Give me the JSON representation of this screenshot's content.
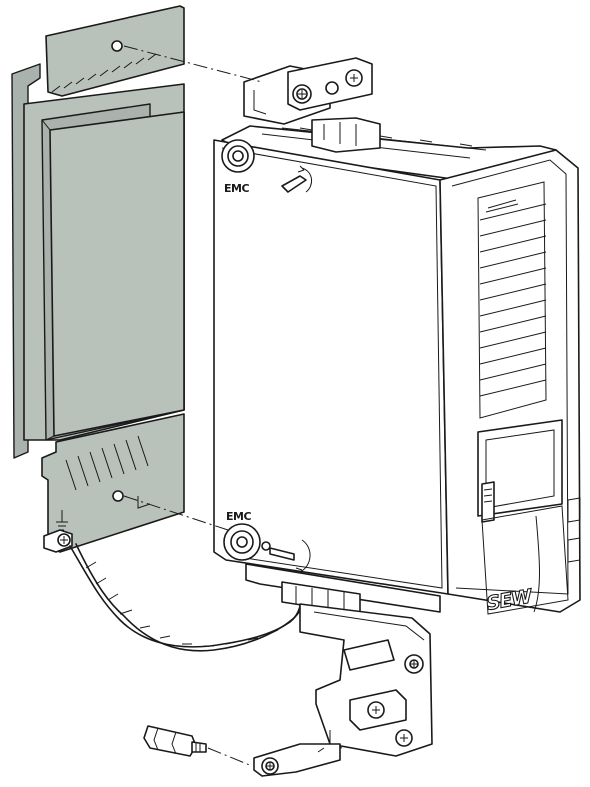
{
  "labels": {
    "emc_top": "EMC",
    "emc_bottom": "EMC",
    "brand": "SEW"
  },
  "colors": {
    "heatsink_plate": "#b9c1bb",
    "outline": "#1a1a1a",
    "background": "#ffffff"
  }
}
